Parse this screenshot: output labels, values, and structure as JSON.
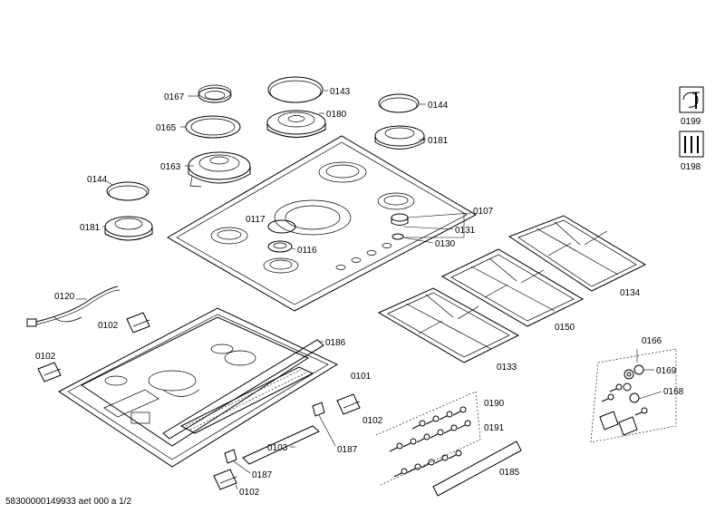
{
  "diagram": {
    "footer": "58300000149933 aet 000 a 1/2",
    "labels": {
      "p0167": "0167",
      "p0143": "0143",
      "p0165": "0165",
      "p0180": "0180",
      "p0144_top": "0144",
      "p0163": "0163",
      "p0181_top": "0181",
      "p0144_left": "0144",
      "p0107": "0107",
      "p0117": "0117",
      "p0131": "0131",
      "p0181_left": "0181",
      "p0116": "0116",
      "p0130": "0130",
      "p0120": "0120",
      "p0134": "0134",
      "p0102_a": "0102",
      "p0150": "0150",
      "p0186": "0186",
      "p0102_b": "0102",
      "p0133": "0133",
      "p0166": "0166",
      "p0169": "0169",
      "p0101": "0101",
      "p0168": "0168",
      "p0190": "0190",
      "p0102_c": "0102",
      "p0191": "0191",
      "p0103": "0103",
      "p0187_a": "0187",
      "p0185": "0185",
      "p0187_b": "0187",
      "p0102_d": "0102",
      "p0199": "0199",
      "p0198": "0198"
    }
  }
}
